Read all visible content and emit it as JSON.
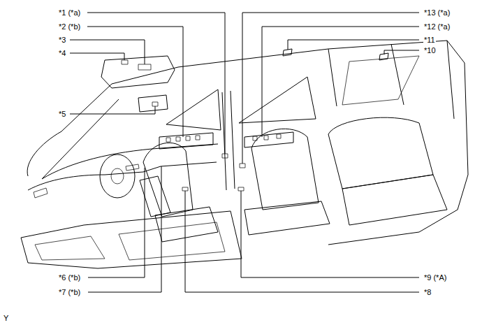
{
  "diagram": {
    "labels": [
      "*1 (*a)",
      "*2 (*b)",
      "*3",
      "*4",
      "*5",
      "*6 (*b)",
      "*7 (*b)",
      "*8",
      "*9 (*A)",
      "*10",
      "*11",
      "*12 (*a)",
      "*13 (*a)",
      "Y"
    ]
  }
}
